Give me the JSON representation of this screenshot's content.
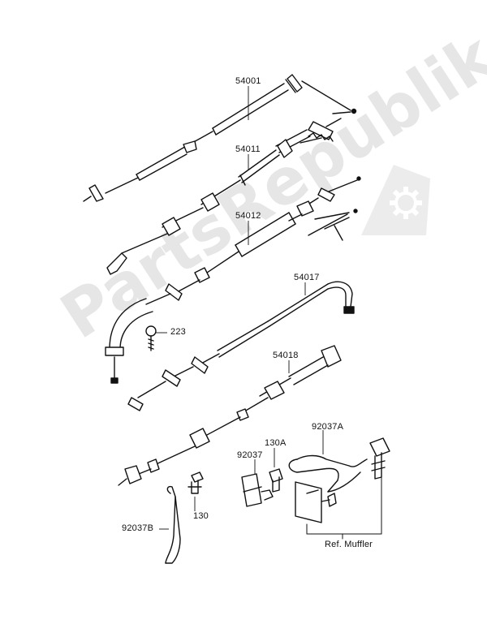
{
  "watermark": "PartsRepublik",
  "parts": {
    "p54001": "54001",
    "p54011": "54011",
    "p54012": "54012",
    "p54017": "54017",
    "p54018": "54018",
    "p223": "223",
    "p92037": "92037",
    "p130A": "130A",
    "p92037A": "92037A",
    "p130": "130",
    "p92037B": "92037B",
    "ref_muffler": "Ref. Muffler"
  }
}
